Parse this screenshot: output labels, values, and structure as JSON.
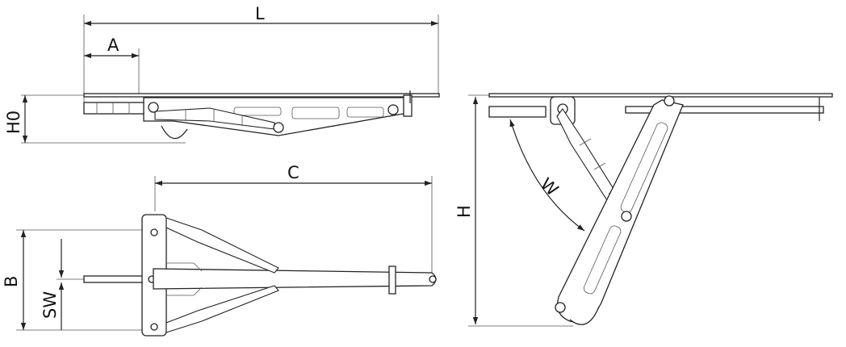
{
  "dimensions": {
    "L": "L",
    "A": "A",
    "H0": "H0",
    "C": "C",
    "B": "B",
    "SW": "SW",
    "H": "H",
    "W": "W"
  },
  "colors": {
    "line": "#222222",
    "background": "#ffffff"
  }
}
